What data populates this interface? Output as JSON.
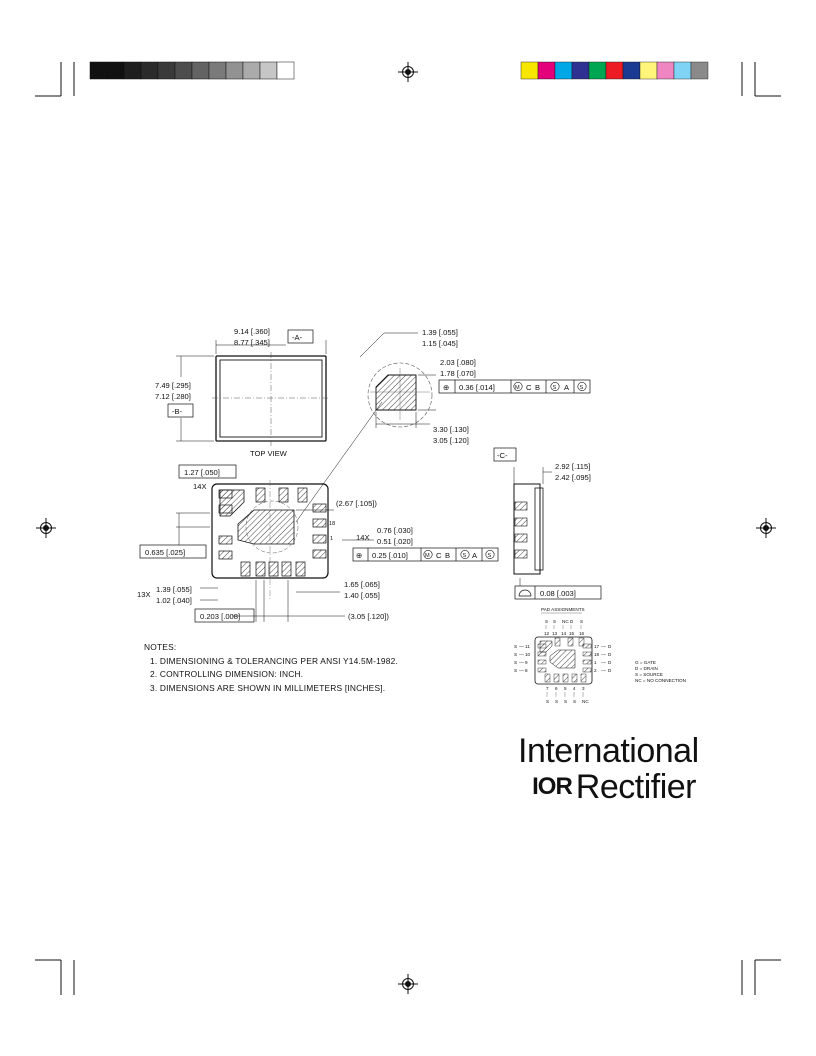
{
  "colors": {
    "gray_bars": [
      "#111111",
      "#111111",
      "#1f1f1f",
      "#2b2b2b",
      "#3a3a3a",
      "#4d4d4d",
      "#636363",
      "#7a7a7a",
      "#929292",
      "#ababab",
      "#c6c6c6",
      "#ffffff"
    ],
    "color_bars": [
      "#f7e600",
      "#e3007a",
      "#00a7e6",
      "#2e3192",
      "#00a651",
      "#ed1c24",
      "#1b3a92",
      "#fff57a",
      "#ef86c1",
      "#7fd3f5",
      "#8a8a8a"
    ],
    "hatch": "#444444"
  },
  "drawing": {
    "top_view": {
      "dim_width": "9.14 [.360]",
      "dim_width_min": "8.77 [.345]",
      "datum_a": "-A-",
      "dim_height": "7.49 [.295]",
      "dim_height_min": "7.12 [.280]",
      "datum_b": "-B-",
      "label": "TOP VIEW"
    },
    "detail": {
      "dim_chamfer": "1.39 [.055]",
      "dim_chamfer_min": "1.15 [.045]",
      "dim_pad_h": "2.03 [.080]",
      "dim_pad_h_min": "1.78 [.070]",
      "tol_frame": {
        "symbol": "⊕",
        "value": "0.36 [.014]",
        "mod": "M",
        "c": "C",
        "b": "B",
        "s1": "S",
        "a": "A",
        "s2": "S"
      },
      "dim_pad_w": "3.30 [.130]",
      "dim_pad_w_min": "3.05 [.120]"
    },
    "bottom_view": {
      "pitch": "1.27 [.050]",
      "count_14x": "14X",
      "dim_center": "(2.67 [.105])",
      "pin_18": "18",
      "pin_1": "1",
      "pad_len": "0.76 [.030]",
      "pad_len_min": "0.51 [.020]",
      "count_14x_b": "14X",
      "tol_frame": {
        "symbol": "⊕",
        "value": "0.25 [.010]",
        "mod": "M",
        "c": "C",
        "b": "B",
        "s1": "S",
        "a": "A",
        "s2": "S"
      },
      "dim_left": "0.635 [.025]",
      "count_13x": "13X",
      "pad_w": "1.39 [.055]",
      "pad_w_min": "1.02 [.040]",
      "dim_right": "1.65 [.065]",
      "dim_right_min": "1.40 [.055]",
      "dim_bottom": "0.203 [.008]",
      "dim_total": "(3.05 [.120])"
    },
    "side_view": {
      "datum_c": "-C-",
      "height": "2.92 [.115]",
      "height_min": "2.42 [.095]",
      "flatness_symbol": "⌓",
      "flatness": "0.08 [.003]"
    },
    "pad_assignments": {
      "title": "PAD ASSIGNMENTS",
      "top_labels": [
        "S",
        "S",
        "NC",
        "D",
        "S"
      ],
      "top_nums": [
        "12",
        "13",
        "14",
        "15",
        "16"
      ],
      "left_rows": [
        [
          "S",
          "11"
        ],
        [
          "S",
          "10"
        ],
        [
          "S",
          "9"
        ],
        [
          "S",
          "8"
        ]
      ],
      "right_rows": [
        [
          "17",
          "D"
        ],
        [
          "18",
          "D"
        ],
        [
          "1",
          "D"
        ],
        [
          "2",
          "D"
        ]
      ],
      "bottom_nums": [
        "7",
        "6",
        "5",
        "4",
        "3"
      ],
      "bottom_labels": [
        "S",
        "S",
        "S",
        "S",
        "NC"
      ],
      "legend": [
        "G = GATE",
        "D = DRAIN",
        "S = SOURCE",
        "NC = NO CONNECTION"
      ]
    }
  },
  "notes": {
    "title": "NOTES:",
    "items": [
      "1.  DIMENSIONING & TOLERANCING PER ANSI Y14.5M-1982.",
      "2.  CONTROLLING DIMENSION: INCH.",
      "3.  DIMENSIONS ARE SHOWN IN MILLIMETERS [INCHES]."
    ]
  },
  "logo": {
    "line1": "International",
    "ior": "IOR",
    "line2": "Rectifier"
  }
}
